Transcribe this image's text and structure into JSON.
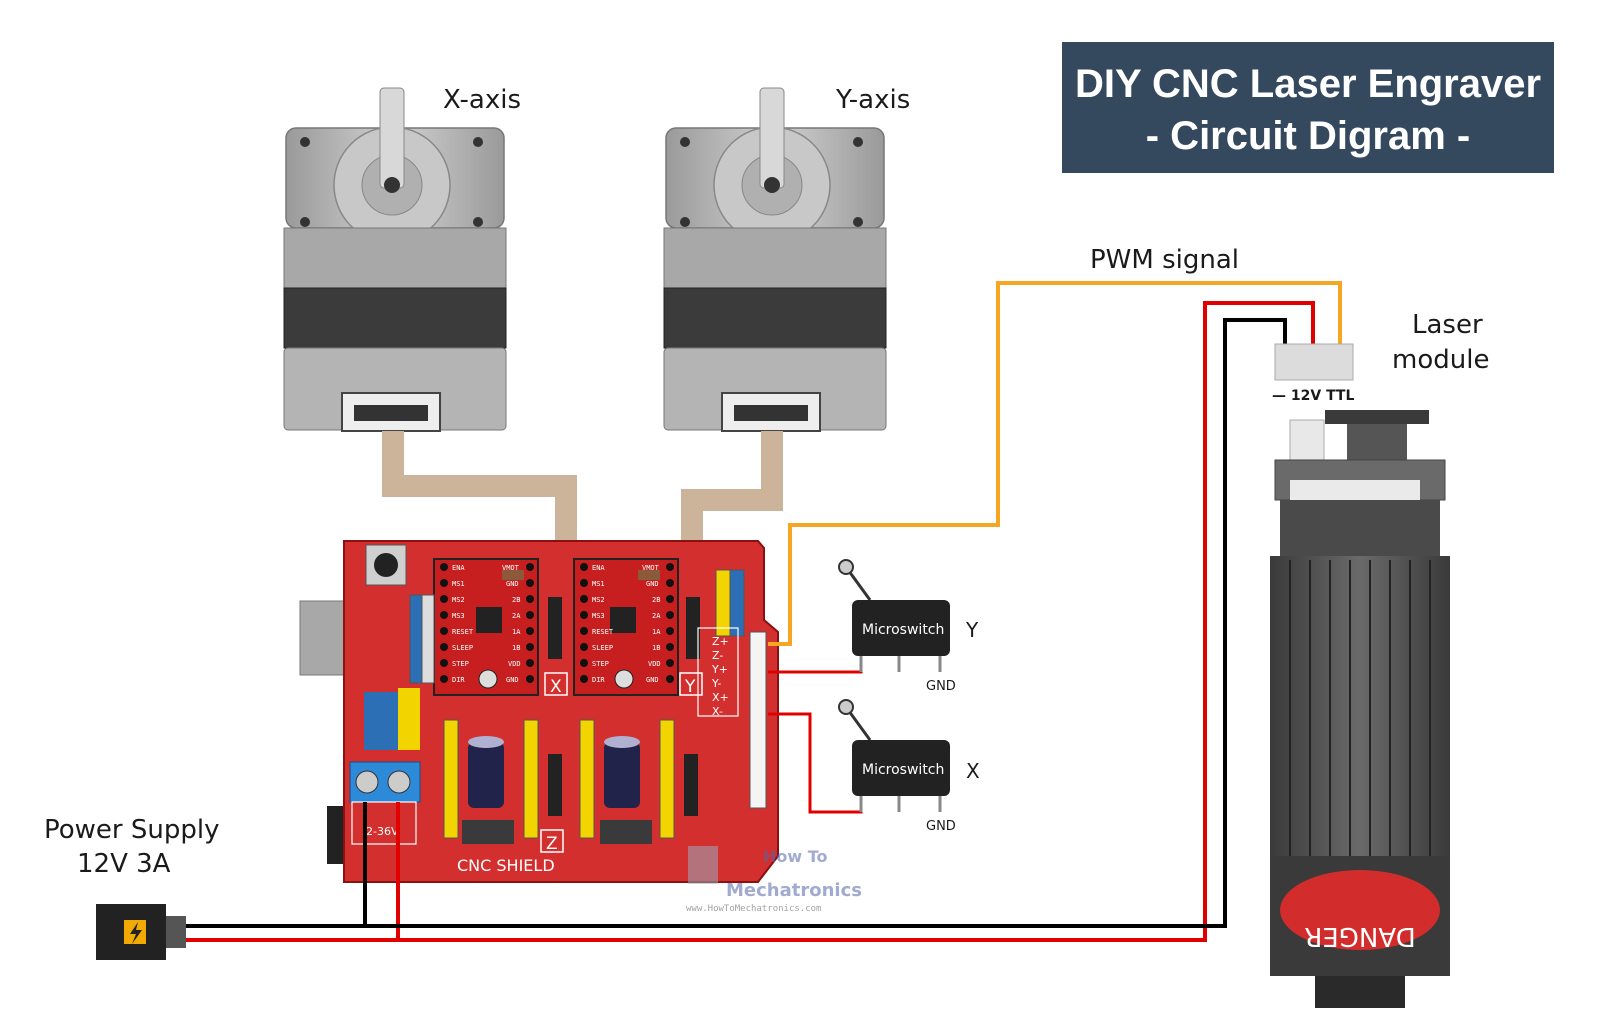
{
  "title": {
    "line1": "DIY CNC Laser Engraver",
    "line2": "- Circuit Digram -"
  },
  "motors": {
    "x_label": "X-axis",
    "y_label": "Y-axis"
  },
  "wires": {
    "pwm_label": "PWM signal"
  },
  "laser": {
    "label_line1": "Laser",
    "label_line2": "module",
    "connector_label": "— 12V TTL",
    "danger_text": "DANGER"
  },
  "power_supply": {
    "label_line1": "Power Supply",
    "label_line2": "12V 3A"
  },
  "shield": {
    "name": "CNC SHIELD",
    "terminal_label": "2-36V",
    "driver_x_label": "X",
    "driver_y_label": "Y",
    "driver_z_label": "Z",
    "driver_pins_left": [
      "ENA",
      "MS1",
      "MS2",
      "MS3",
      "RESET",
      "SLEEP",
      "STEP",
      "DIR"
    ],
    "driver_pins_right": [
      "VMOT",
      "GND",
      "2B",
      "2A",
      "1A",
      "1B",
      "VDD",
      "GND"
    ],
    "endstop_pins": [
      "Z+",
      "Z-",
      "Y+",
      "Y-",
      "X+",
      "X-"
    ]
  },
  "switches": {
    "y_name": "Microswitch",
    "y_axis": "Y",
    "y_gnd": "GND",
    "x_name": "Microswitch",
    "x_axis": "X",
    "x_gnd": "GND"
  },
  "watermark": {
    "line1": "How To",
    "line2": "Mechatronics",
    "url": "www.HowToMechatronics.com"
  },
  "colors": {
    "title_bg": "#34495e",
    "shield_red": "#d32f2f",
    "pwm_wire": "#f5a623",
    "power_wire_red": "#e00000",
    "ground_wire": "#000000",
    "ribbon": "#cbb49a"
  }
}
